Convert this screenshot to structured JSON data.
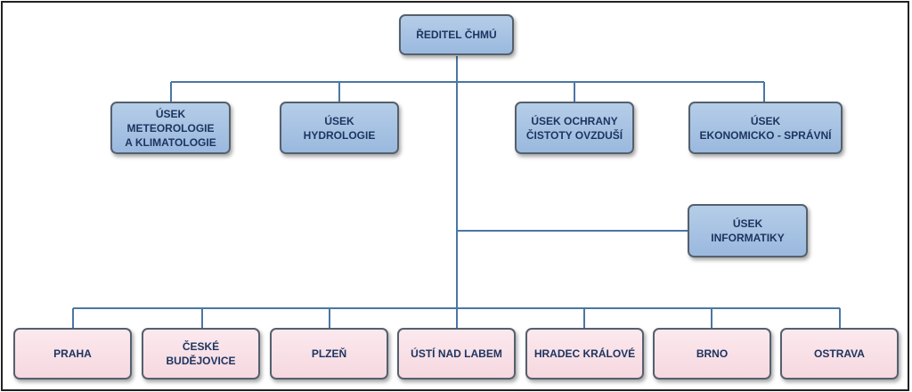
{
  "director": "ŘEDITEL ČHMÚ",
  "divisions": [
    "ÚSEK\nMETEOROLOGIE\nA KLIMATOLOGIE",
    "ÚSEK\nHYDROLOGIE",
    "ÚSEK OCHRANY\nČISTOTY OVZDUŠÍ",
    "ÚSEK\nEKONOMICKO - SPRÁVNÍ"
  ],
  "it_division": "ÚSEK\nINFORMATIKY",
  "branches": [
    "PRAHA",
    "ČESKÉ\nBUDĚJOVICE",
    "PLZEŇ",
    "ÚSTÍ NAD LABEM",
    "HRADEC KRÁLOVÉ",
    "BRNO",
    "OSTRAVA"
  ],
  "colors": {
    "line": "#4a77a4",
    "box_blue": "#a8c4e4",
    "box_pink": "#f8e0e6",
    "text": "#1d3460"
  }
}
